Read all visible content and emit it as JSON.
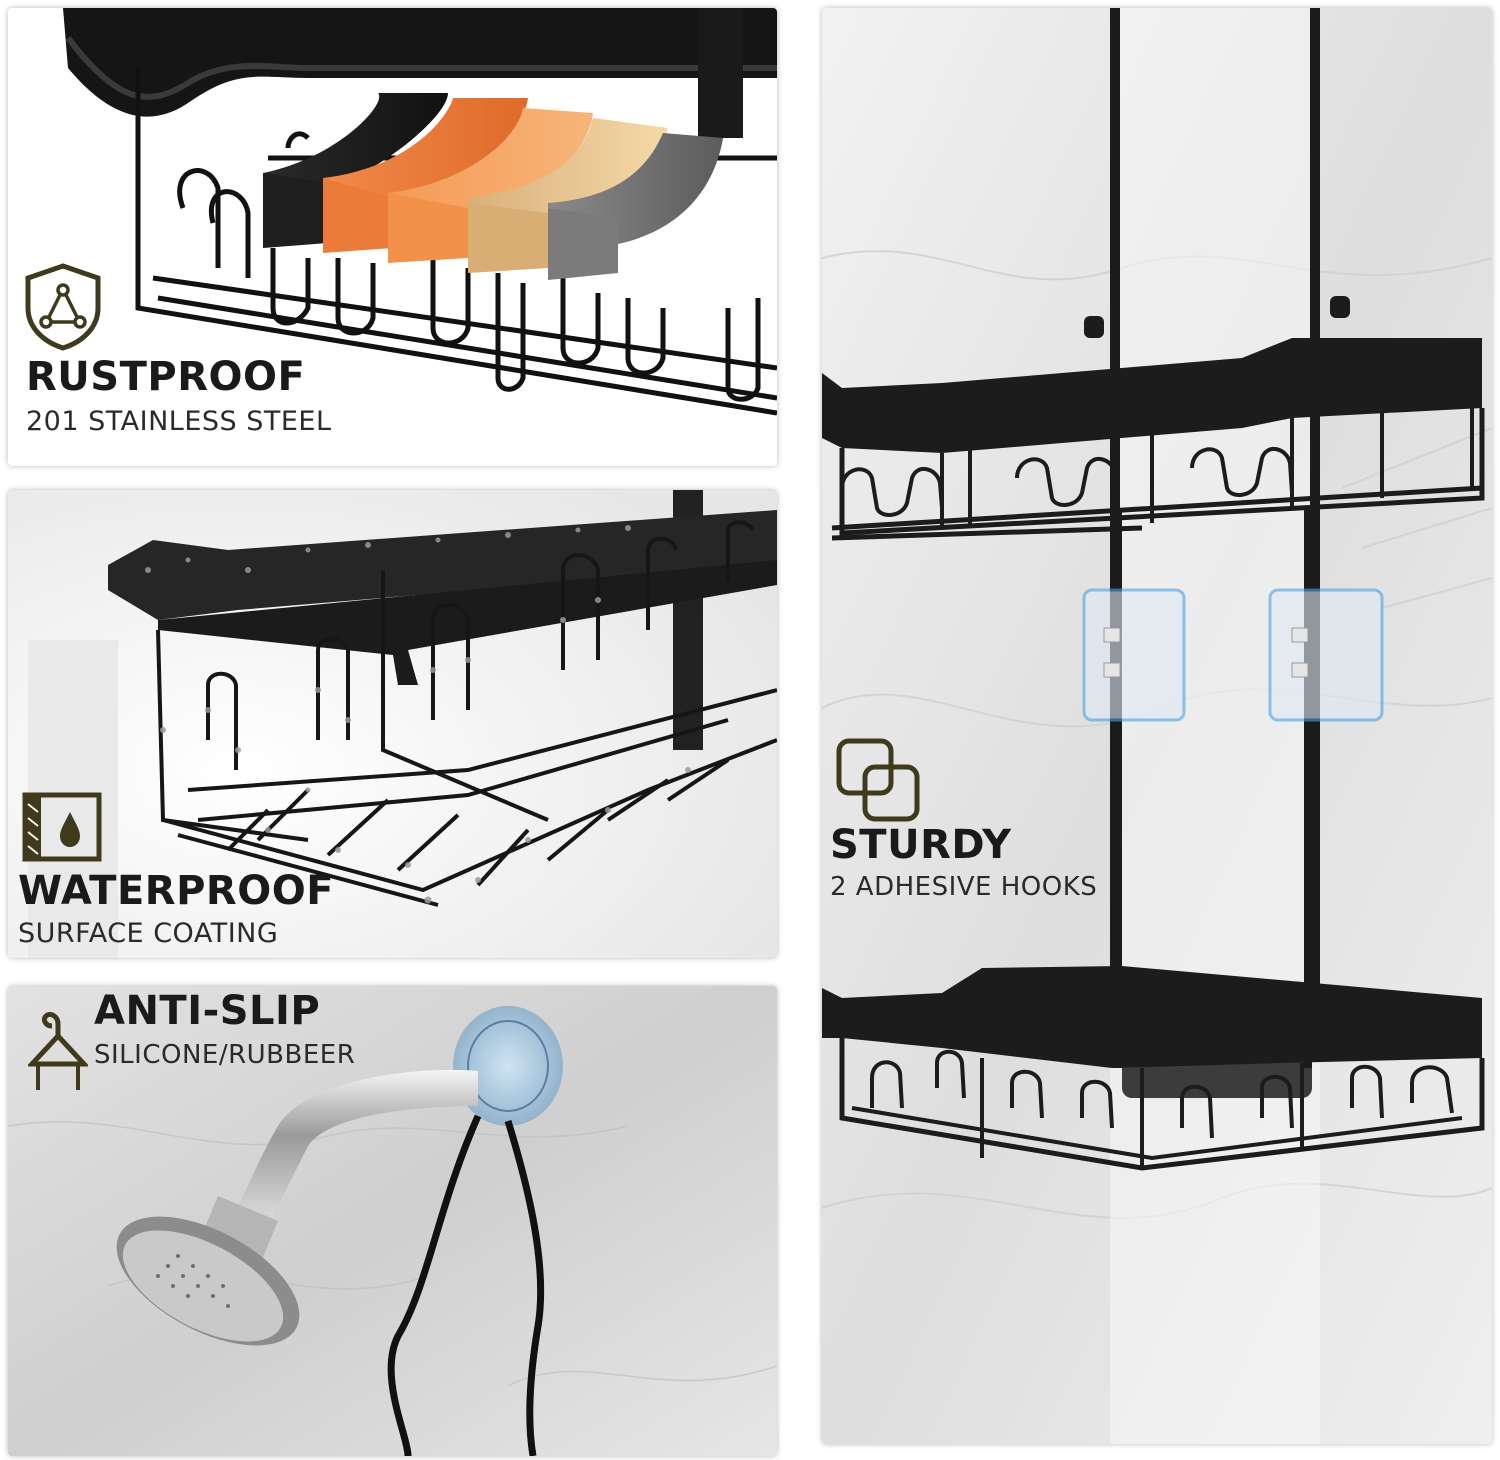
{
  "colors": {
    "icon_olive": "#3f3a1c",
    "hook_blue": "#4aa3e0",
    "metal_black": "#1c1c1c"
  },
  "panels": {
    "rustproof": {
      "title": "RUSTPROOF",
      "subtitle": "201 STAINLESS STEEL",
      "icon": "shield-triangle-icon"
    },
    "waterproof": {
      "title": "WATERPROOF",
      "subtitle": "SURFACE COATING",
      "icon": "water-drop-icon"
    },
    "antislip": {
      "title": "ANTI-SLIP",
      "subtitle": "SILICONE/RUBBEER",
      "icon": "hanger-icon"
    },
    "sturdy": {
      "title": "STURDY",
      "subtitle": "2 ADHESIVE HOOKS",
      "icon": "overlapping-squares-icon"
    }
  }
}
